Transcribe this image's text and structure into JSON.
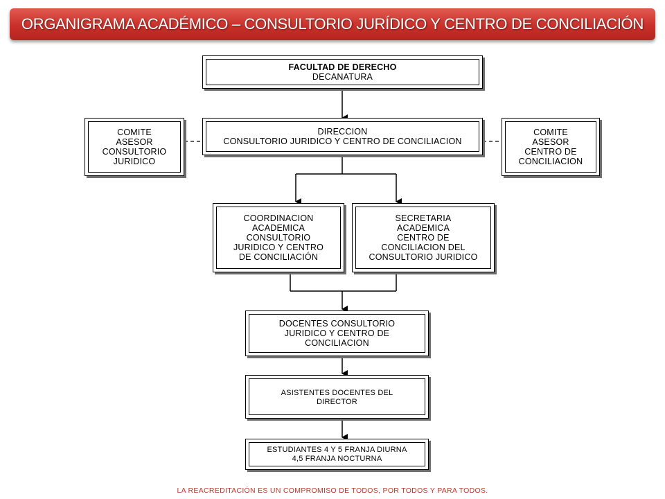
{
  "header": {
    "title": "ORGANIGRAMA ACADÉMICO – CONSULTORIO JURÍDICO Y CENTRO DE CONCILIACIÓN"
  },
  "nodes": {
    "facultad": {
      "line1": "FACULTAD DE DERECHO",
      "line2": "DECANATURA"
    },
    "direccion": {
      "line1": "DIRECCION",
      "line2": "CONSULTORIO JURIDICO Y CENTRO DE CONCILIACION"
    },
    "comite_consultorio": {
      "lines": [
        "COMITE",
        "ASESOR",
        "CONSULTORIO",
        "JURIDICO"
      ]
    },
    "comite_centro": {
      "lines": [
        "COMITE",
        "ASESOR",
        "CENTRO DE",
        "CONCILIACION"
      ]
    },
    "coordinacion": {
      "lines": [
        "COORDINACION",
        "ACADEMICA",
        "CONSULTORIO",
        "JURIDICO Y CENTRO",
        "DE CONCILIACIÓN"
      ]
    },
    "secretaria": {
      "lines": [
        "SECRETARIA",
        "ACADEMICA",
        "CENTRO DE",
        "CONCILIACION DEL",
        "CONSULTORIO JURIDICO"
      ]
    },
    "docentes": {
      "lines": [
        "DOCENTES CONSULTORIO",
        "JURIDICO Y CENTRO DE",
        "CONCILIACION"
      ]
    },
    "asistentes": {
      "lines": [
        "ASISTENTES DOCENTES DEL",
        "DIRECTOR"
      ]
    },
    "estudiantes": {
      "lines": [
        "ESTUDIANTES 4 Y 5 FRANJA DIURNA",
        "4,5  FRANJA NOCTURNA"
      ]
    }
  },
  "footer": {
    "text": "LA REACREDITACIÓN ES UN COMPROMISO DE TODOS, POR TODOS Y PARA TODOS."
  }
}
